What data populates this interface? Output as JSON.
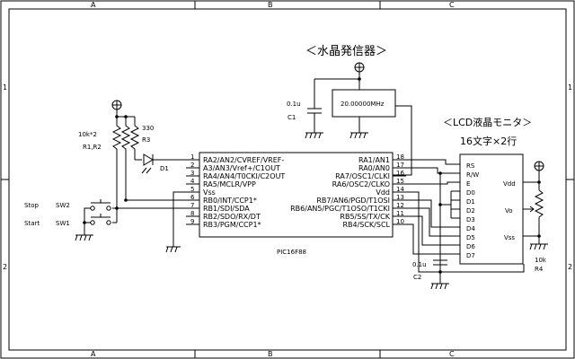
{
  "frame": {
    "cols": [
      "A",
      "B",
      "C"
    ],
    "rows": [
      "1",
      "2"
    ]
  },
  "oscillator": {
    "title": "＜水晶発信器＞",
    "freq": "20.00000MHz",
    "cap_value": "0.1u",
    "cap_ref": "C1"
  },
  "lcd": {
    "title": "＜LCD液晶モニタ＞",
    "subtitle": "16文字×2行",
    "pins_left": [
      "RS",
      "R/W",
      "E",
      "D0",
      "D1",
      "D2",
      "D3",
      "D4",
      "D5",
      "D6",
      "D7"
    ],
    "pins_right": [
      "Vdd",
      "Vo",
      "Vss"
    ]
  },
  "resistors": {
    "pullup_value": "10k*2",
    "pullup_ref": "R1,R2",
    "led_value": "330",
    "led_ref": "R3",
    "pot_value": "10k",
    "pot_ref": "R4"
  },
  "led": {
    "ref": "D1"
  },
  "switches": [
    {
      "label": "Stop",
      "ref": "SW2"
    },
    {
      "label": "Start",
      "ref": "SW1"
    }
  ],
  "mcu": {
    "name": "PIC16F88",
    "left_pins": [
      {
        "num": "1",
        "name": "RA2/AN2/CVREF/VREF-"
      },
      {
        "num": "2",
        "name": "A3/AN3/Vref+/C1OUT"
      },
      {
        "num": "3",
        "name": "RA4/AN4/T0CKI/C2OUT"
      },
      {
        "num": "4",
        "name": "RA5/MCLR/VPP"
      },
      {
        "num": "5",
        "name": "Vss"
      },
      {
        "num": "6",
        "name": "RB0/INT/CCP1*"
      },
      {
        "num": "7",
        "name": "RB1/SDI/SDA"
      },
      {
        "num": "8",
        "name": "RB2/SDO/RX/DT"
      },
      {
        "num": "9",
        "name": "RB3/PGM/CCP1*"
      }
    ],
    "right_pins": [
      {
        "num": "18",
        "name": "RA1/AN1"
      },
      {
        "num": "17",
        "name": "RA0/AN0"
      },
      {
        "num": "16",
        "name": "RA7/OSC1/CLKI"
      },
      {
        "num": "15",
        "name": "RA6/OSC2/CLKO"
      },
      {
        "num": "14",
        "name": "Vdd"
      },
      {
        "num": "13",
        "name": "RB7/AN6/PGD/T1OSI"
      },
      {
        "num": "12",
        "name": "RB6/AN5/PGC/T1OSO/T1CKI"
      },
      {
        "num": "11",
        "name": "RB5/SS/TX/CK"
      },
      {
        "num": "10",
        "name": "RB4/SCK/SCL"
      }
    ]
  },
  "cap2": {
    "value": "0.1u",
    "ref": "C2"
  }
}
